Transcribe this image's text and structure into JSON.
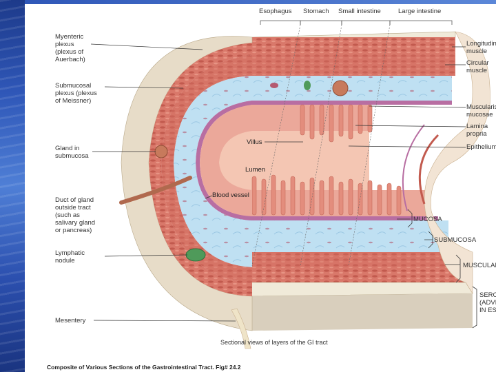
{
  "regions": {
    "esophagus": "Esophagus",
    "stomach": "Stomach",
    "small_intestine": "Small intestine",
    "large_intestine": "Large intestine"
  },
  "left_labels": {
    "myenteric": [
      "Myenteric",
      "plexus",
      "(plexus of",
      "Auerbach)"
    ],
    "submucosal_plexus": [
      "Submucosal",
      "plexus (plexus",
      "of Meissner)"
    ],
    "gland": [
      "Gland in",
      "submucosa"
    ],
    "duct": [
      "Duct of gland",
      "outside tract",
      "(such as",
      "salivary gland",
      "or pancreas)"
    ],
    "lymphatic": [
      "Lymphatic",
      "nodule"
    ],
    "mesentery": "Mesentery"
  },
  "center_labels": {
    "villus": "Villus",
    "lumen": "Lumen",
    "blood_vessel": "Blood vessel"
  },
  "right_labels": {
    "longitudinal": [
      "Longitudinal",
      "muscle"
    ],
    "circular": [
      "Circular",
      "muscle"
    ],
    "muscularis_mucosae": [
      "Muscularis",
      "mucosae"
    ],
    "lamina_propria": [
      "Lamina",
      "propria"
    ],
    "epithelium": "Epithelium",
    "mucosa": "MUCOSA",
    "submucosa": "SUBMUCOSA",
    "muscularis": "MUSCULARIS",
    "serosa": [
      "SEROSA",
      "(ADVENTITIA",
      "IN ESOPHAGUS)"
    ]
  },
  "subtitle": "Sectional views of layers of the GI tract",
  "caption": "Composite of Various Sections of the Gastrointestinal Tract. Fig# 24.2",
  "colors": {
    "muscle": "#d9786a",
    "muscle_dark": "#c25a4e",
    "submucosa": "#bfe0f2",
    "mucosa": "#eba89a",
    "lumen": "#f4c6b3",
    "serosa": "#e7dcc8",
    "background_strip": "#2f57b8"
  }
}
